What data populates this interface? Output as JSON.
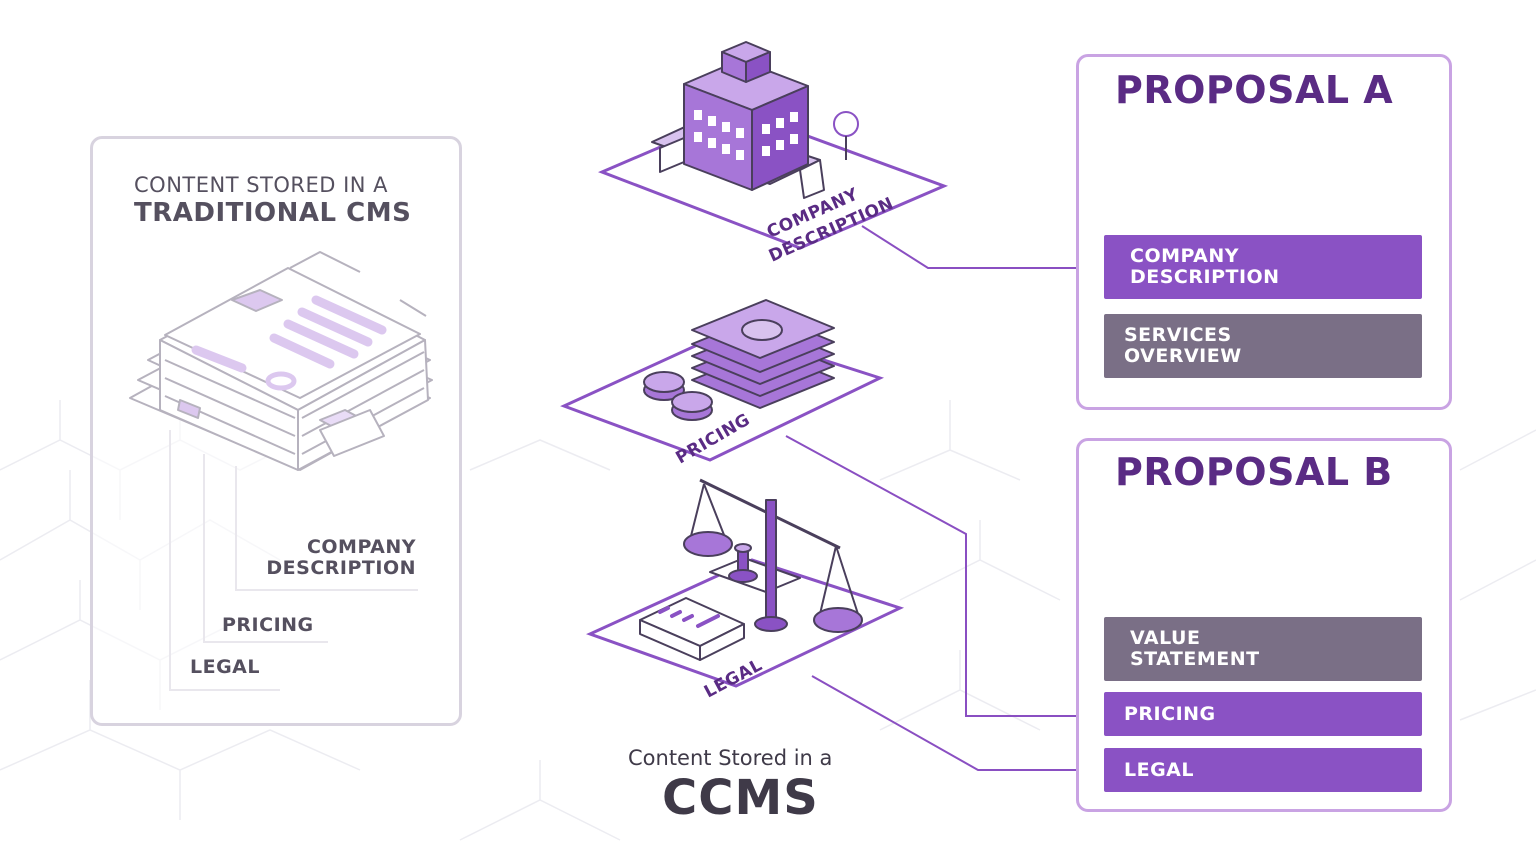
{
  "cms_panel": {
    "title_line1": "CONTENT STORED IN A",
    "title_line2": "TRADITIONAL CMS",
    "labels": {
      "company_description": "COMPANY DESCRIPTION",
      "pricing": "PRICING",
      "legal": "LEGAL"
    }
  },
  "ccms": {
    "caption_line1": "Content Stored in a",
    "caption_line2": "CCMS",
    "tiles": {
      "company_description": "COMPANY DESCRIPTION",
      "pricing": "PRICING",
      "legal": "LEGAL"
    }
  },
  "proposal_a": {
    "title": "PROPOSAL A",
    "blocks": [
      "COMPANY DESCRIPTION",
      "SERVICES OVERVIEW"
    ]
  },
  "proposal_b": {
    "title": "PROPOSAL B",
    "blocks": [
      "VALUE STATEMENT",
      "PRICING",
      "LEGAL"
    ]
  },
  "colors": {
    "accent_purple": "#8a52c4",
    "dark_purple": "#5a2b84",
    "gray_block": "#7a6f86",
    "line_purple": "#8a4fc2"
  }
}
